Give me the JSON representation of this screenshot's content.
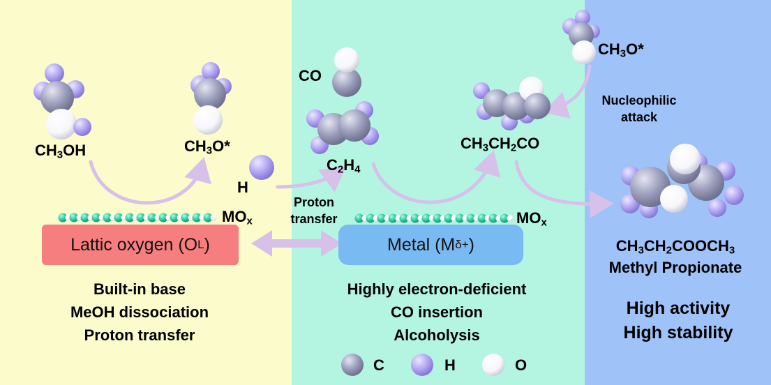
{
  "colors": {
    "left_bg": "#fbfbcc",
    "middle_bg": "#b4f5e2",
    "right_bg": "#9fc2f9",
    "carbon": "#9ea1bd",
    "hydrogen": "#b5a9f4",
    "oxygen": "#ffffff",
    "arrow": "#d7c0ea",
    "oxygen_box": "#f67e7e",
    "metal_box": "#79baf3",
    "surface_bead": "#2ed3a4"
  },
  "labels": {
    "ch3oh": {
      "main": "CH",
      "sub1": "3",
      "tail": "OH"
    },
    "ch3o_left": {
      "main": "CH",
      "sub1": "3",
      "tail": "O*"
    },
    "h": "H",
    "co": "CO",
    "c2h4": {
      "a": "C",
      "s1": "2",
      "b": "H",
      "s2": "4"
    },
    "ch3ch2co": {
      "a": "CH",
      "s1": "3",
      "b": "CH",
      "s2": "2",
      "c": "CO"
    },
    "ch3o_right": {
      "main": "CH",
      "sub1": "3",
      "tail": "O*"
    },
    "nucleophilic": [
      "Nucleophilic",
      "attack"
    ],
    "proton_transfer": [
      "Proton",
      "transfer"
    ],
    "mox_left": {
      "main": "MO",
      "sub": "x"
    },
    "mox_right": {
      "main": "MO",
      "sub": "x"
    },
    "product_formula": {
      "a": "CH",
      "s1": "3",
      "b": "CH",
      "s2": "2",
      "c": "COOCH",
      "s3": "3"
    },
    "product_name": "Methyl Propionate"
  },
  "boxes": {
    "lattice_oxygen": {
      "text": "Lattic oxygen (O",
      "sub": "L",
      "end": ")"
    },
    "metal": {
      "text": "Metal (M",
      "sup": "δ+",
      "end": ")"
    }
  },
  "features": {
    "left": [
      "Built-in base",
      "MeOH dissociation",
      "Proton transfer"
    ],
    "middle": [
      "Highly electron-deficient",
      "CO insertion",
      "Alcoholysis"
    ],
    "right": [
      "High activity",
      "High stability"
    ]
  },
  "legend": [
    {
      "symbol": "C",
      "color": "#9ea1bd"
    },
    {
      "symbol": "H",
      "color": "#b5a9f4"
    },
    {
      "symbol": "O",
      "color": "#ffffff"
    }
  ]
}
